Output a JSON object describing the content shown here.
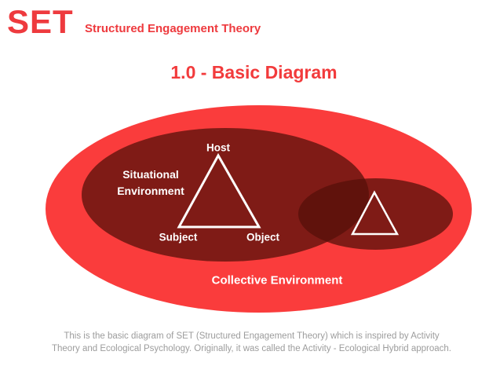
{
  "header": {
    "logo": "SET",
    "subtitle": "Structured Engagement Theory"
  },
  "title": "1.0 - Basic Diagram",
  "diagram": {
    "outer_ellipse_label": "Collective Environment",
    "inner_ellipse_label_line1": "Situational",
    "inner_ellipse_label_line2": "Environment",
    "triangle_labels": {
      "top": "Host",
      "bottom_left": "Subject",
      "bottom_right": "Object"
    },
    "colors": {
      "brand_red": "#EE3A3E",
      "outer_ellipse_red": "#FA3C3C",
      "inner_ellipse_dark_red": "#7E2016",
      "ellipse_overlap_dark_red": "#5E1710",
      "triangle_stroke": "#FFFFFF",
      "footer_gray": "#9C9C9C"
    }
  },
  "footer": {
    "line1": "This is the basic diagram of SET (Structured Engagement Theory) which is inspired by Activity",
    "line2": "Theory and Ecological Psychology. Originally, it was called the Activity - Ecological Hybrid approach."
  }
}
